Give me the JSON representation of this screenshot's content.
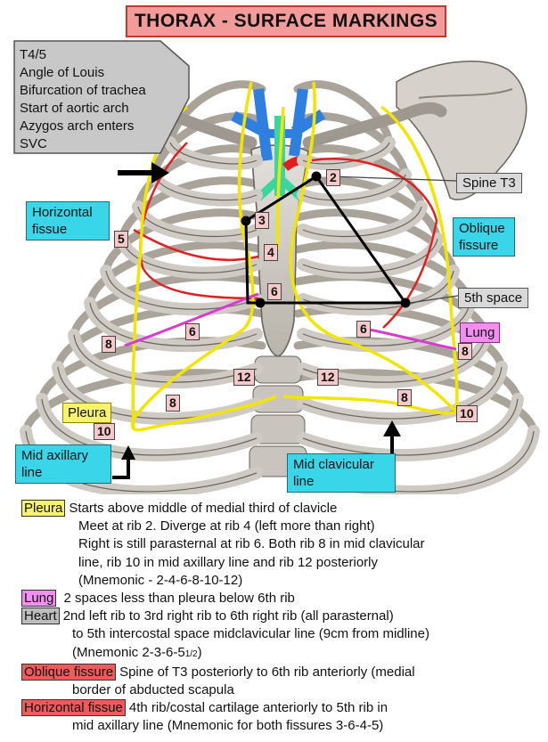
{
  "title": "THORAX - SURFACE MARKINGS",
  "level_box": {
    "lines": [
      "T4/5",
      "Angle of Louis",
      "Bifurcation of trachea",
      "Start of aortic arch",
      "Azygos arch enters",
      "SVC"
    ]
  },
  "labels": {
    "horizontal_fissure": "Horizontal fissue",
    "oblique_fissure": "Oblique fissure",
    "spine_t3": "Spine T3",
    "fifth_space": "5th space",
    "lung": "Lung",
    "pleura": "Pleura",
    "mid_axillary": "Mid axillary line",
    "mid_clavicular": "Mid clavicular line"
  },
  "rib_numbers": {
    "n2": "2",
    "n3": "3",
    "n4": "4",
    "n5": "5",
    "n6a": "6",
    "n6b": "6",
    "n6c": "6",
    "n8a": "8",
    "n8b": "8",
    "n8c": "8",
    "n8d": "8",
    "n10a": "10",
    "n10b": "10",
    "n12a": "12",
    "n12b": "12"
  },
  "legend": {
    "pleura_tag": "Pleura",
    "pleura_l1": "Starts above middle of medial third of clavicle",
    "pleura_l2": "Meet at rib 2. Diverge at rib 4 (left more than right)",
    "pleura_l3": "Right is still parasternal at rib 6. Both rib 8 in mid clavicular",
    "pleura_l4": "line, rib 10 in mid axillary line and rib 12 posteriorly",
    "pleura_l5": "(Mnemonic - 2-4-6-8-10-12)",
    "lung_tag": "Lung",
    "lung_l1": "2 spaces less than pleura below 6th rib",
    "heart_tag": "Heart",
    "heart_l1": "2nd left rib to 3rd right rib to 6th right rib (all parasternal)",
    "heart_l2": "to 5th intercostal space midclavicular line (9cm from midline)",
    "heart_l3": "(Mnemonic 2-3-6-5",
    "heart_l3_sub": "1/2",
    "heart_l3_end": ")",
    "oblique_tag": "Oblique fissure",
    "oblique_l1": "Spine of T3 posteriorly to 6th rib anteriorly (medial",
    "oblique_l2": "border of abducted scapula",
    "horizontal_tag": "Horizontal fissue",
    "horizontal_l1": "4th rib/costal cartilage anteriorly to 5th rib in",
    "horizontal_l2": "mid axillary line  (Mnemonic for both fissures 3-6-4-5)"
  },
  "colors": {
    "pleura": "#f2e600",
    "lung": "#d83bd3",
    "heart": "#000000",
    "fissure": "#e02020",
    "bone": "#cfcbc4",
    "vessel_blue": "#2f7fe0",
    "vessel_green": "#39d6a0"
  }
}
